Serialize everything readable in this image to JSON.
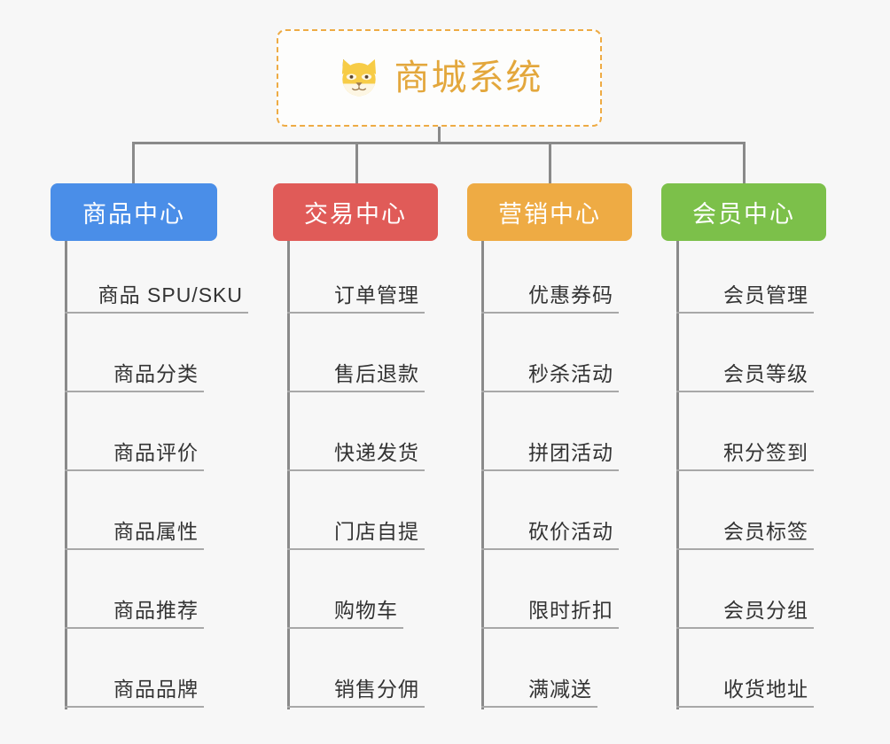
{
  "background_color": "#f7f7f7",
  "root": {
    "title": "商城系统",
    "icon": "shiba-dog-face-icon",
    "text_color": "#e3a73c",
    "border_color": "#eeab44"
  },
  "connector_color": "#8a8a8a",
  "branches": [
    {
      "label": "商品中心",
      "color": "#4a8ee8",
      "items": [
        "商品 SPU/SKU",
        "商品分类",
        "商品评价",
        "商品属性",
        "商品推荐",
        "商品品牌"
      ]
    },
    {
      "label": "交易中心",
      "color": "#e05b58",
      "items": [
        "订单管理",
        "售后退款",
        "快递发货",
        "门店自提",
        "购物车",
        "销售分佣"
      ]
    },
    {
      "label": "营销中心",
      "color": "#eeab44",
      "items": [
        "优惠券码",
        "秒杀活动",
        "拼团活动",
        "砍价活动",
        "限时折扣",
        "满减送"
      ]
    },
    {
      "label": "会员中心",
      "color": "#7cc04a",
      "items": [
        "会员管理",
        "会员等级",
        "积分签到",
        "会员标签",
        "会员分组",
        "收货地址"
      ]
    }
  ]
}
